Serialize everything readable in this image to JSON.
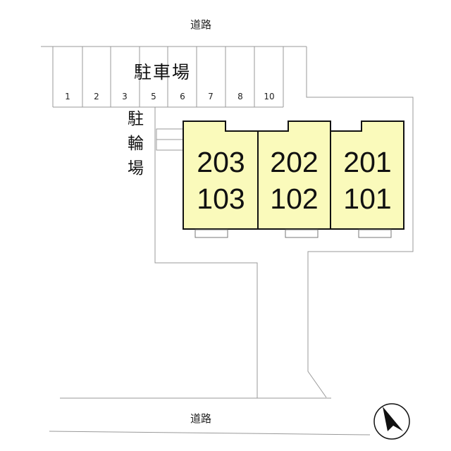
{
  "roads": {
    "top": "道路",
    "bottom": "道路"
  },
  "parking": {
    "title": "駐車場",
    "slots": [
      "1",
      "2",
      "3",
      "5",
      "6",
      "7",
      "8",
      "10"
    ]
  },
  "bicycle_parking": {
    "chars": [
      "駐",
      "輪",
      "場"
    ]
  },
  "building": {
    "units": [
      {
        "upper": "203",
        "lower": "103"
      },
      {
        "upper": "202",
        "lower": "102"
      },
      {
        "upper": "201",
        "lower": "101"
      }
    ],
    "fill_color": "#fafabb",
    "outline_color": "#111111"
  },
  "north_arrow": {
    "icon": "north-arrow-icon"
  }
}
